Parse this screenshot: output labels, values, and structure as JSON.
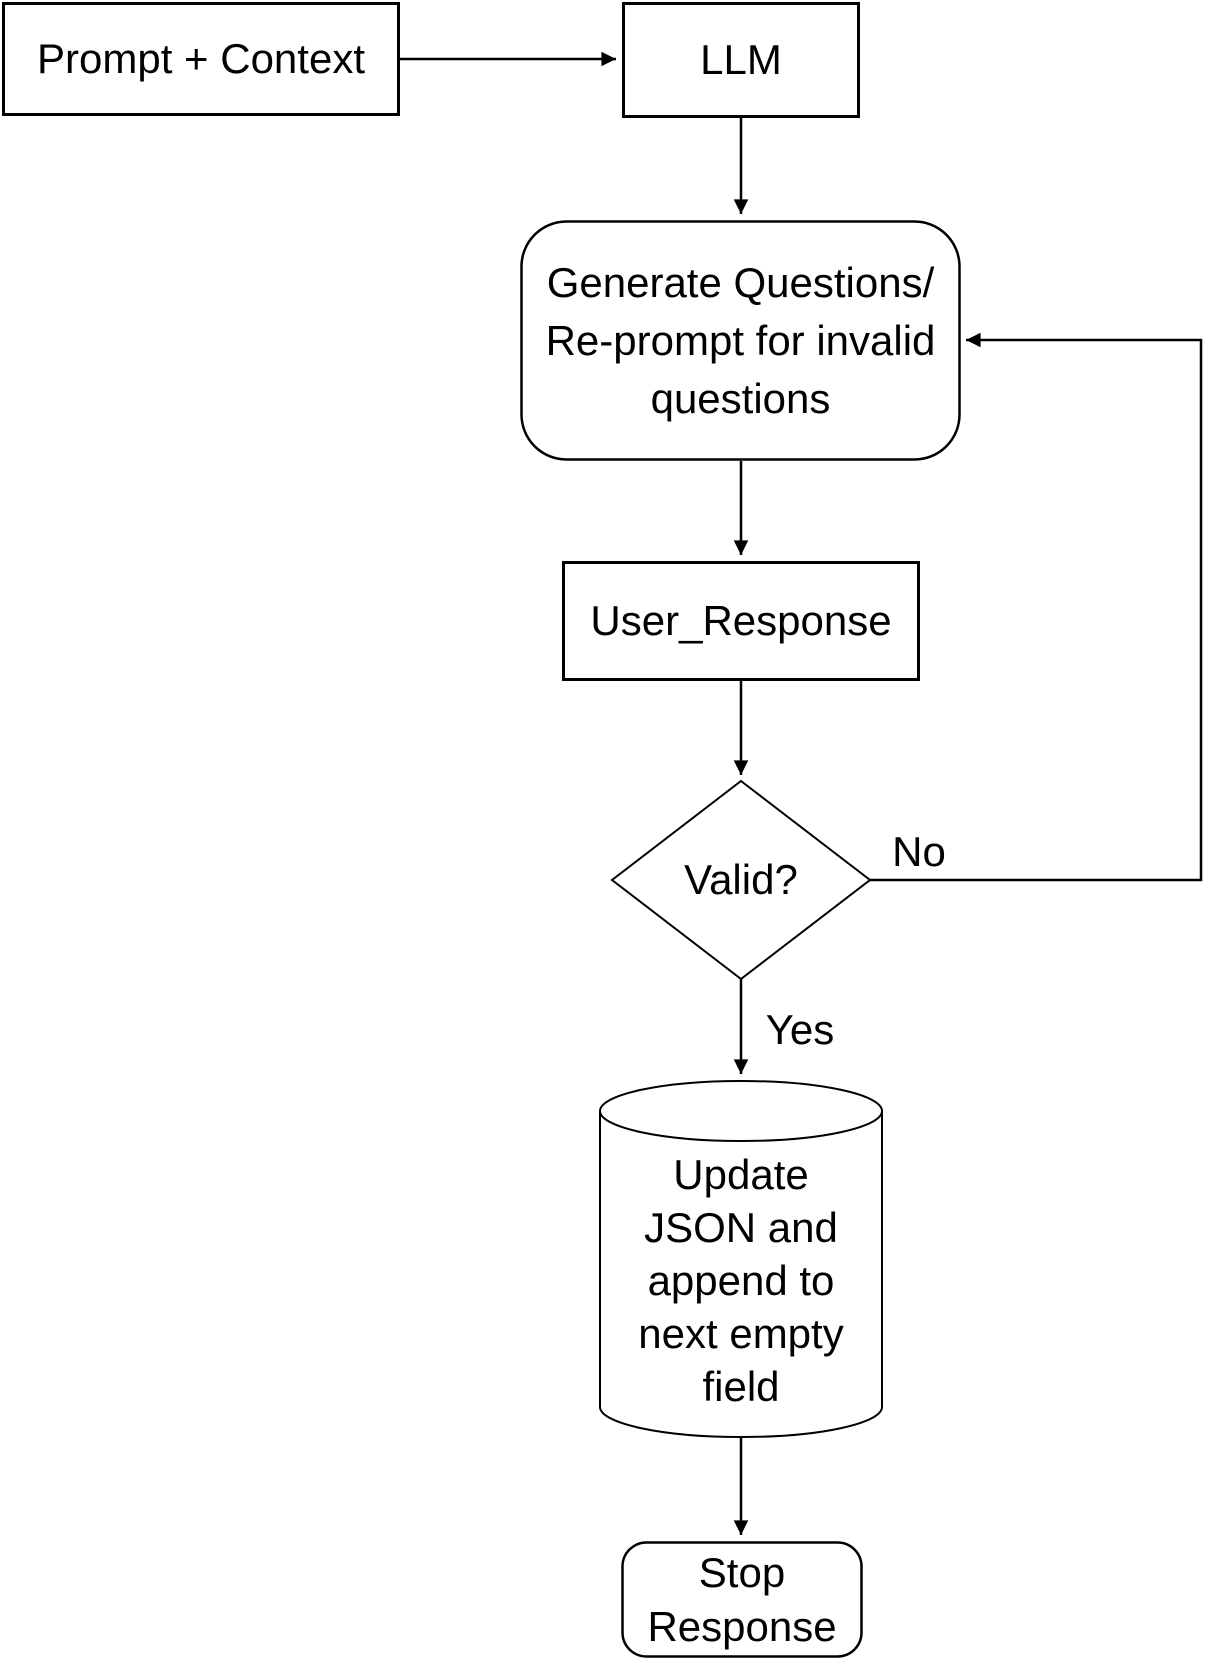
{
  "diagram": {
    "background_color": "#ffffff",
    "stroke_color": "#000000",
    "node_fill_color": "#ffffff",
    "nodes": {
      "prompt_context": {
        "label": "Prompt + Context"
      },
      "llm": {
        "label": "LLM"
      },
      "generate_questions": {
        "lines": [
          "Generate Questions/",
          "Re-prompt for invalid",
          "questions"
        ]
      },
      "user_response": {
        "label": "User_Response"
      },
      "valid": {
        "label": "Valid?"
      },
      "update_json": {
        "lines": [
          "Update",
          "JSON and",
          "append to",
          "next empty",
          "field"
        ]
      },
      "stop_response": {
        "lines": [
          "Stop",
          "Response"
        ]
      }
    },
    "edges": [
      {
        "from": "Prompt + Context",
        "to": "LLM",
        "label": ""
      },
      {
        "from": "LLM",
        "to": "Generate Questions/Re-prompt for invalid questions",
        "label": ""
      },
      {
        "from": "Generate Questions/Re-prompt for invalid questions",
        "to": "User_Response",
        "label": ""
      },
      {
        "from": "User_Response",
        "to": "Valid?",
        "label": ""
      },
      {
        "from": "Valid?",
        "to": "Generate Questions/Re-prompt for invalid questions",
        "label": "No"
      },
      {
        "from": "Valid?",
        "to": "Update JSON and append to next empty field",
        "label": "Yes"
      },
      {
        "from": "Update JSON and append to next empty field",
        "to": "Stop Response",
        "label": ""
      }
    ]
  }
}
